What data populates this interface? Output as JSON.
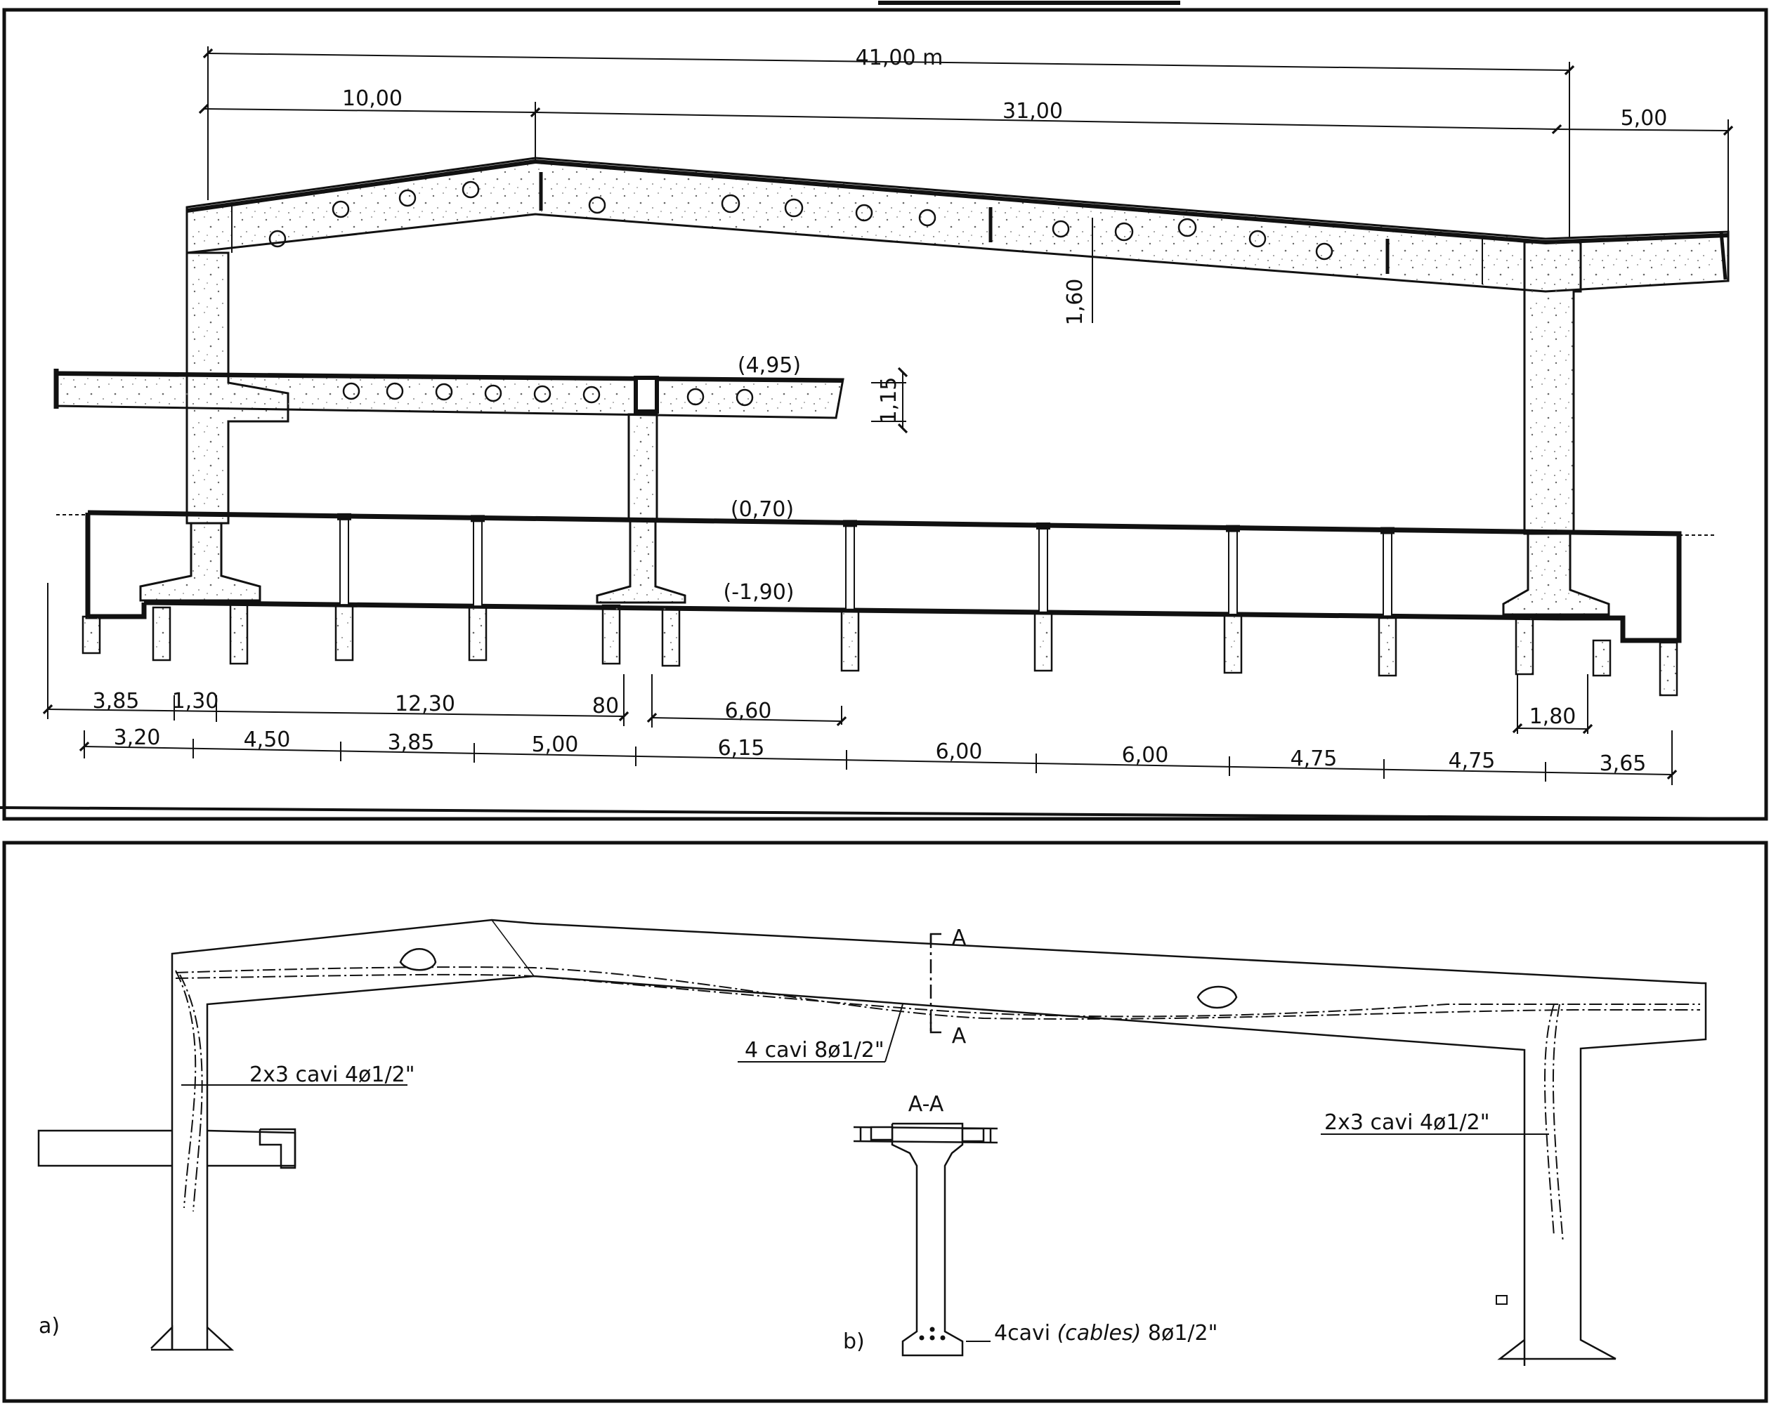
{
  "panel_top": {
    "dimensions_top": {
      "overall": "41,00 m",
      "span_left": "10,00",
      "span_main": "31,00",
      "cantilever": "5,00"
    },
    "section_height": "1,60",
    "level_slab": "(4,95)",
    "slab_depth": "1,15",
    "level_ground": "(0,70)",
    "level_foundation": "(-1,90)",
    "dims_row1": [
      "3,85",
      "1,30",
      "12,30",
      "80",
      "6,60"
    ],
    "dim_right": "1,80",
    "dims_row2": [
      "3,20",
      "4,50",
      "3,85",
      "5,00",
      "6,15",
      "6,00",
      "6,00",
      "4,75",
      "4,75",
      "3,65"
    ]
  },
  "panel_bottom": {
    "section_mark": "A",
    "cable_left": "2x3 cavi 4ø1/2\"",
    "cable_beam": "4 cavi 8ø1/2\"",
    "cable_right": "2x3 cavi 4ø1/2\"",
    "section_title": "A-A",
    "tag_a": "a)",
    "tag_b": "b)",
    "cable_section_prefix": "4cavi ",
    "cable_section_italic": "(cables)",
    "cable_section_suffix": " 8ø1/2\""
  }
}
